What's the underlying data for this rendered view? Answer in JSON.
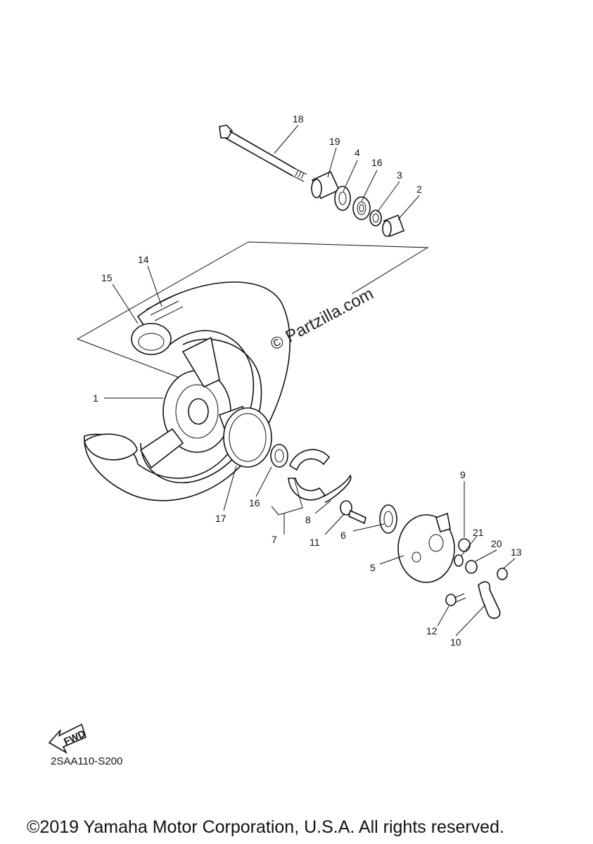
{
  "callouts": [
    {
      "num": "1"
    },
    {
      "num": "2"
    },
    {
      "num": "3"
    },
    {
      "num": "4"
    },
    {
      "num": "5"
    },
    {
      "num": "6"
    },
    {
      "num": "7"
    },
    {
      "num": "8"
    },
    {
      "num": "9"
    },
    {
      "num": "10"
    },
    {
      "num": "11"
    },
    {
      "num": "12"
    },
    {
      "num": "13"
    },
    {
      "num": "14"
    },
    {
      "num": "15"
    },
    {
      "num": "16"
    },
    {
      "num": "16"
    },
    {
      "num": "17"
    },
    {
      "num": "18"
    },
    {
      "num": "19"
    },
    {
      "num": "20"
    },
    {
      "num": "21"
    }
  ],
  "fwd_label": "FWD",
  "watermark": "© Partzilla.com",
  "diagram_code": "2SAA110-S200",
  "copyright": "©2019 Yamaha Motor Corporation, U.S.A. All rights reserved."
}
